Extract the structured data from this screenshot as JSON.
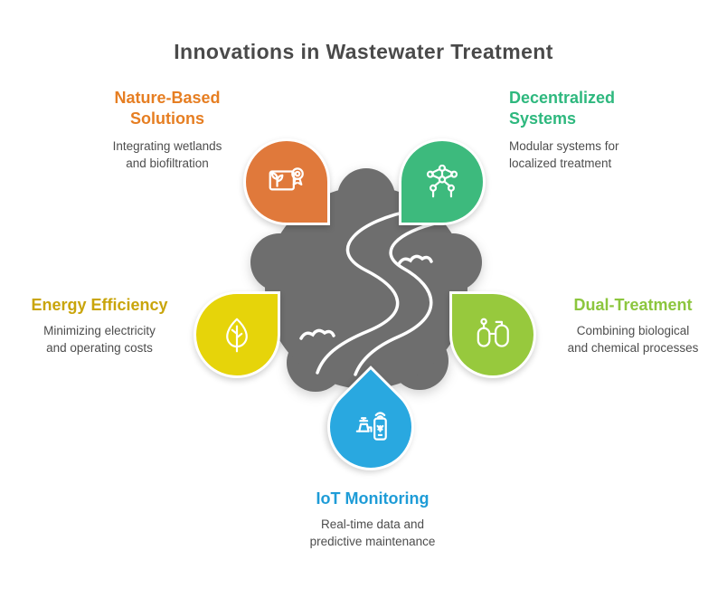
{
  "title": "Innovations in Wastewater Treatment",
  "colors": {
    "title": "#4a4a4a",
    "description": "#4d4d4d",
    "center": "#6e6e6e"
  },
  "center": {
    "icon": "river-icon"
  },
  "sections": [
    {
      "id": "nature-based-solutions",
      "label_line1": "Nature-Based",
      "label_line2": "Solutions",
      "desc_line1": "Integrating wetlands",
      "desc_line2": "and biofiltration",
      "petal_color": "#e0793b",
      "label_color": "#e67e22",
      "icon": "landscape-award-icon"
    },
    {
      "id": "decentralized-systems",
      "label_line1": "Decentralized",
      "label_line2": "Systems",
      "desc_line1": "Modular systems for",
      "desc_line2": "localized treatment",
      "petal_color": "#3dba7d",
      "label_color": "#2eb87e",
      "icon": "molecule-network-icon"
    },
    {
      "id": "energy-efficiency",
      "label_line1": "Energy Efficiency",
      "label_line2": "",
      "desc_line1": "Minimizing electricity",
      "desc_line2": "and operating costs",
      "petal_color": "#e6d40a",
      "label_color": "#c9a50b",
      "icon": "leaf-icon"
    },
    {
      "id": "dual-treatment",
      "label_line1": "Dual-Treatment",
      "label_line2": "",
      "desc_line1": "Combining biological",
      "desc_line2": "and chemical processes",
      "petal_color": "#97c93d",
      "label_color": "#8cc63e",
      "icon": "treatment-tanks-icon"
    },
    {
      "id": "iot-monitoring",
      "label_line1": "IoT Monitoring",
      "label_line2": "",
      "desc_line1": "Real-time data and",
      "desc_line2": "predictive maintenance",
      "petal_color": "#29a8e0",
      "label_color": "#1e9cd7",
      "icon": "pump-smartphone-icon"
    }
  ]
}
